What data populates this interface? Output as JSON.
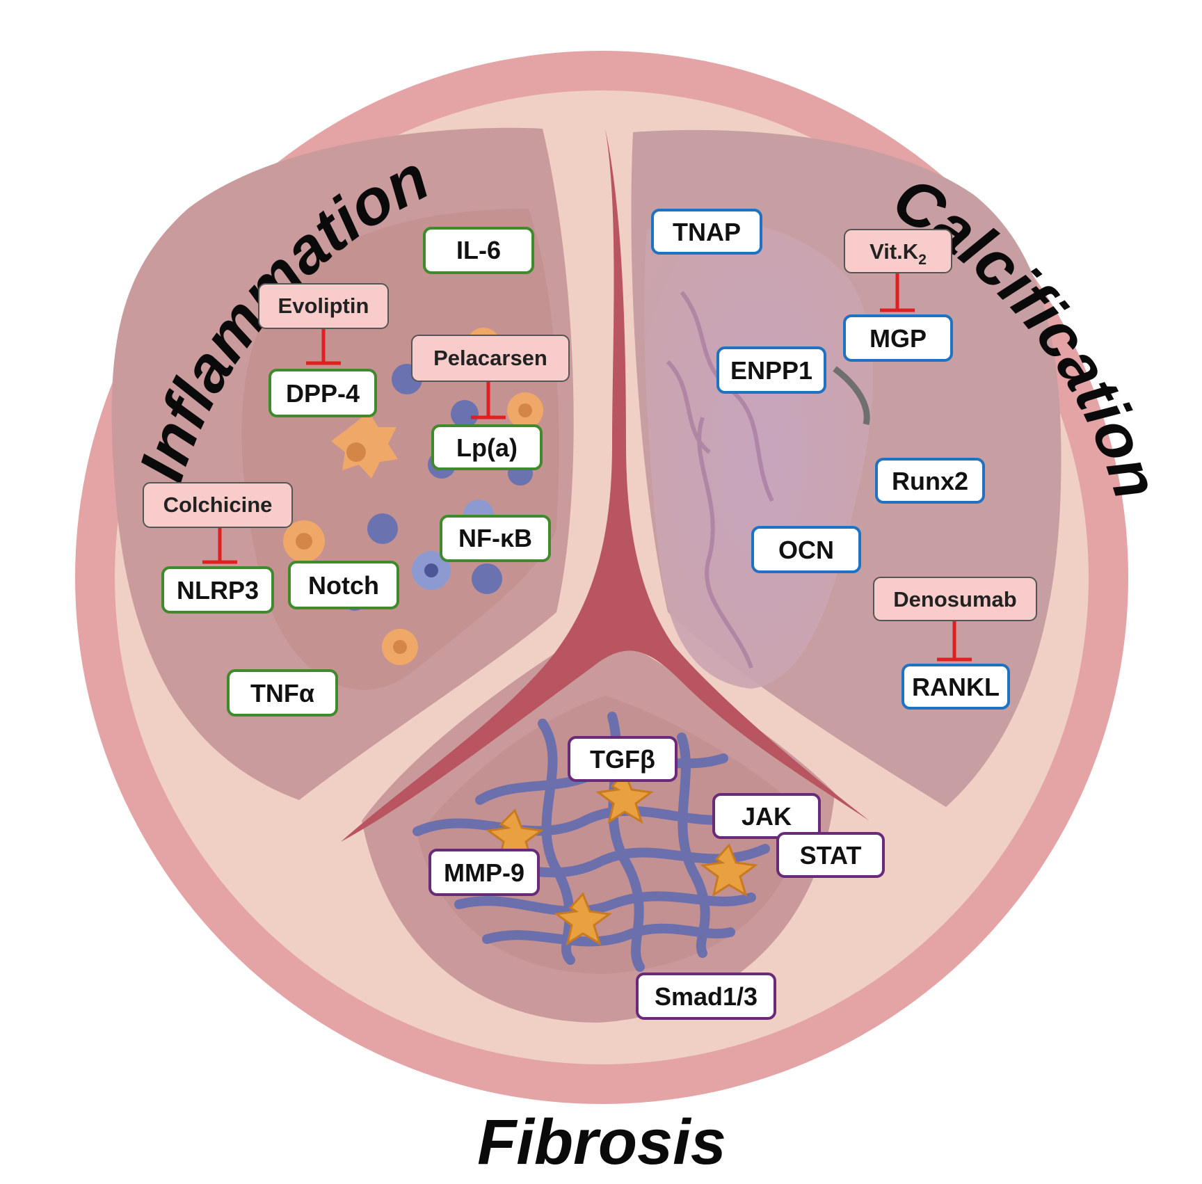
{
  "regions": {
    "inflammation": "Inflammation",
    "calcification": "Calcification",
    "fibrosis": "Fibrosis"
  },
  "colors": {
    "inflammation": "#3f8a2c",
    "calcification": "#1f72c2",
    "fibrosis": "#6a2a7a",
    "drug_fill": "#f7cccb",
    "inhibit": "#e02020"
  },
  "markers": {
    "inflammation": [
      "IL-6",
      "DPP-4",
      "Lp(a)",
      "NLRP3",
      "Notch",
      "NF-κB",
      "TNFα"
    ],
    "calcification": [
      "TNAP",
      "MGP",
      "ENPP1",
      "Runx2",
      "OCN",
      "RANKL"
    ],
    "fibrosis": [
      "TGFβ",
      "JAK",
      "STAT",
      "MMP-9",
      "Smad1/3"
    ]
  },
  "drugs": {
    "evoliptin": "Evoliptin",
    "pelacarsen": "Pelacarsen",
    "colchicine": "Colchicine",
    "vitk2_base": "Vit.K",
    "vitk2_sub": "2",
    "denosumab": "Denosumab"
  },
  "inhibitions": [
    [
      "Evoliptin",
      "DPP-4"
    ],
    [
      "Pelacarsen",
      "Lp(a)"
    ],
    [
      "Colchicine",
      "NLRP3"
    ],
    [
      "Vit.K2",
      "MGP"
    ],
    [
      "Denosumab",
      "RANKL"
    ]
  ]
}
